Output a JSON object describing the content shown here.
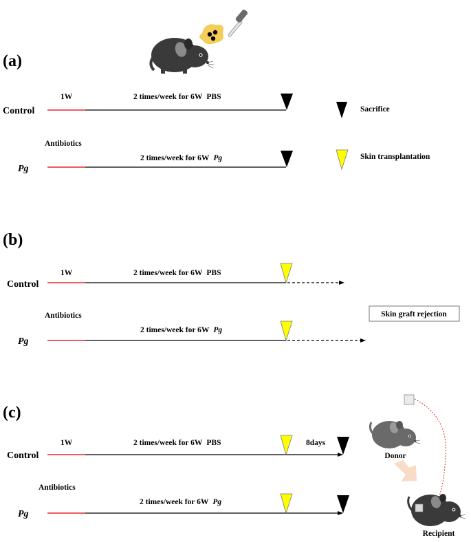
{
  "panels": {
    "a": {
      "label": "(a)",
      "control_label": "Control",
      "pg_label": "Pg",
      "week_label": "1W",
      "control_treatment_prefix": "2 times/week for 6W",
      "control_treatment_agent": "PBS",
      "antibiotics_label": "Antibiotics",
      "pg_treatment_prefix": "2 times/week for 6W",
      "pg_treatment_agent": "Pg"
    },
    "b": {
      "label": "(b)",
      "control_label": "Control",
      "pg_label": "Pg",
      "week_label": "1W",
      "control_treatment_prefix": "2 times/week for 6W",
      "control_treatment_agent": "PBS",
      "antibiotics_label": "Antibiotics",
      "pg_treatment_prefix": "2 times/week for 6W",
      "pg_treatment_agent": "Pg"
    },
    "c": {
      "label": "(c)",
      "control_label": "Control",
      "pg_label": "Pg",
      "week_label": "1W",
      "control_treatment_prefix": "2 times/week for 6W",
      "control_treatment_agent": "PBS",
      "antibiotics_label": "Antibiotics",
      "pg_treatment_prefix": "2 times/week for 6W",
      "pg_treatment_agent": "Pg",
      "interval_label": "8days"
    }
  },
  "legend": {
    "sacrifice": "Sacrifice",
    "skin_transplantation": "Skin transplantation",
    "graft_rejection": "Skin graft rejection"
  },
  "transplant": {
    "donor": "Donor",
    "recipient": "Recipient"
  },
  "colors": {
    "antibiotic_line": "#e8272d",
    "treatment_line": "#000000",
    "sacrifice_marker": "#000000",
    "transplant_marker": "#ffff00",
    "transfer_arrow": "#d9352b",
    "block_arrow": "#f8dcc8",
    "mouse_body": "#3a3a3a",
    "donor_body": "#6a6a6a",
    "bacteria_blob": "#f4cd5a"
  }
}
